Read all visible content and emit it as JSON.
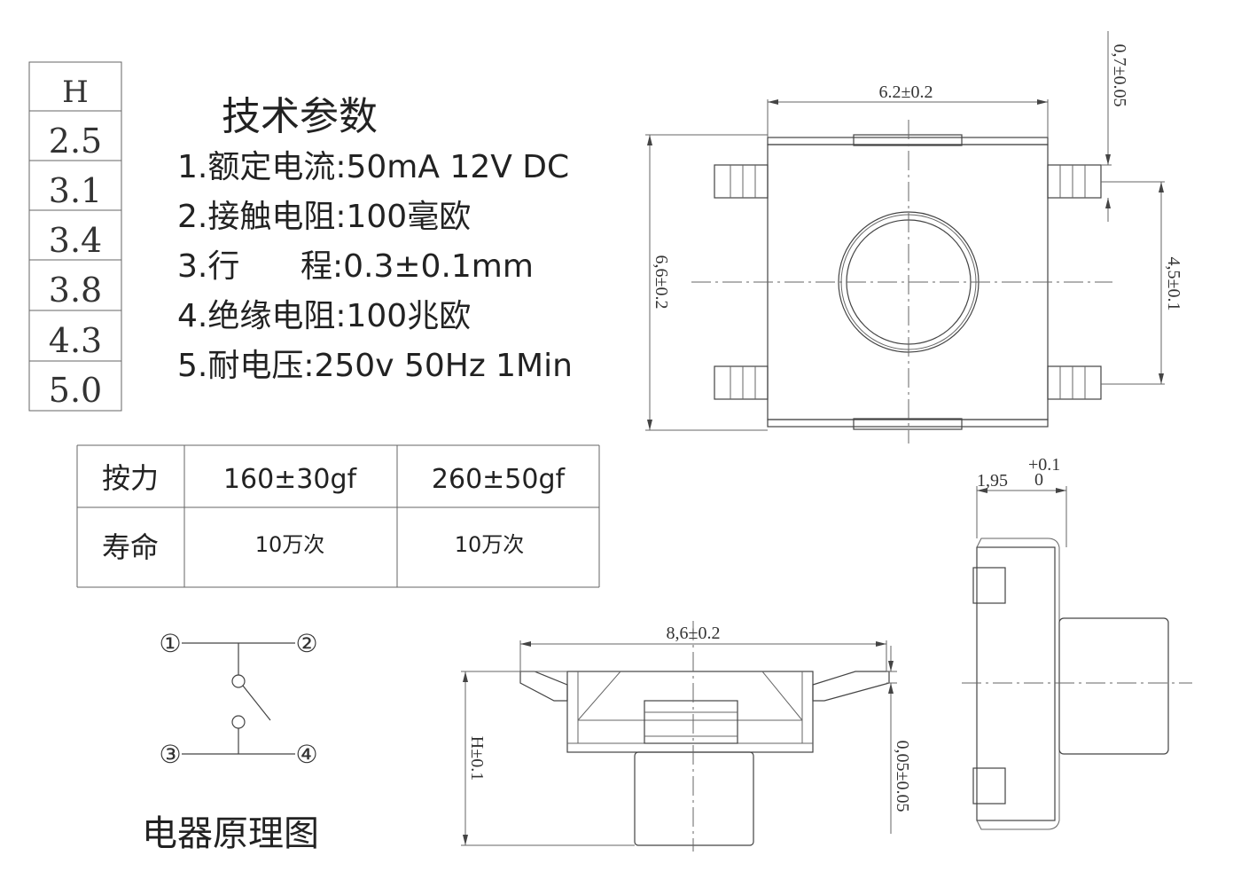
{
  "height_table": {
    "header": "H",
    "values": [
      "2.5",
      "3.1",
      "3.4",
      "3.8",
      "4.3",
      "5.0"
    ]
  },
  "specs": {
    "title": "技术参数",
    "lines": [
      "1.额定电流:50mA 12V DC",
      "2.接触电阻:100毫欧",
      "3.行      程:0.3±0.1mm",
      "4.绝缘电阻:100兆欧",
      "5.耐电压:250v 50Hz 1Min"
    ]
  },
  "force_table": {
    "rows": [
      {
        "label": "按力",
        "values": [
          "160±30gf",
          "260±50gf"
        ]
      },
      {
        "label": "寿命",
        "values": [
          "10万次",
          "10万次"
        ]
      }
    ]
  },
  "top_view": {
    "width_dim": "6.2±0.2",
    "height_dim": "6,6±0.2",
    "pin_pitch_dim": "4,5±0.1",
    "pin_width_dim": "0,7±0.05"
  },
  "front_view": {
    "length_dim": "8,6±0.2",
    "height_dim": "H±0.1",
    "lead_dim": "0,05±0.05"
  },
  "side_view": {
    "depth_dim": "1,95",
    "tol_upper": "+0.1",
    "tol_lower": "0"
  },
  "schematic": {
    "pins": [
      "①",
      "②",
      "③",
      "④"
    ],
    "caption": "电器原理图"
  }
}
